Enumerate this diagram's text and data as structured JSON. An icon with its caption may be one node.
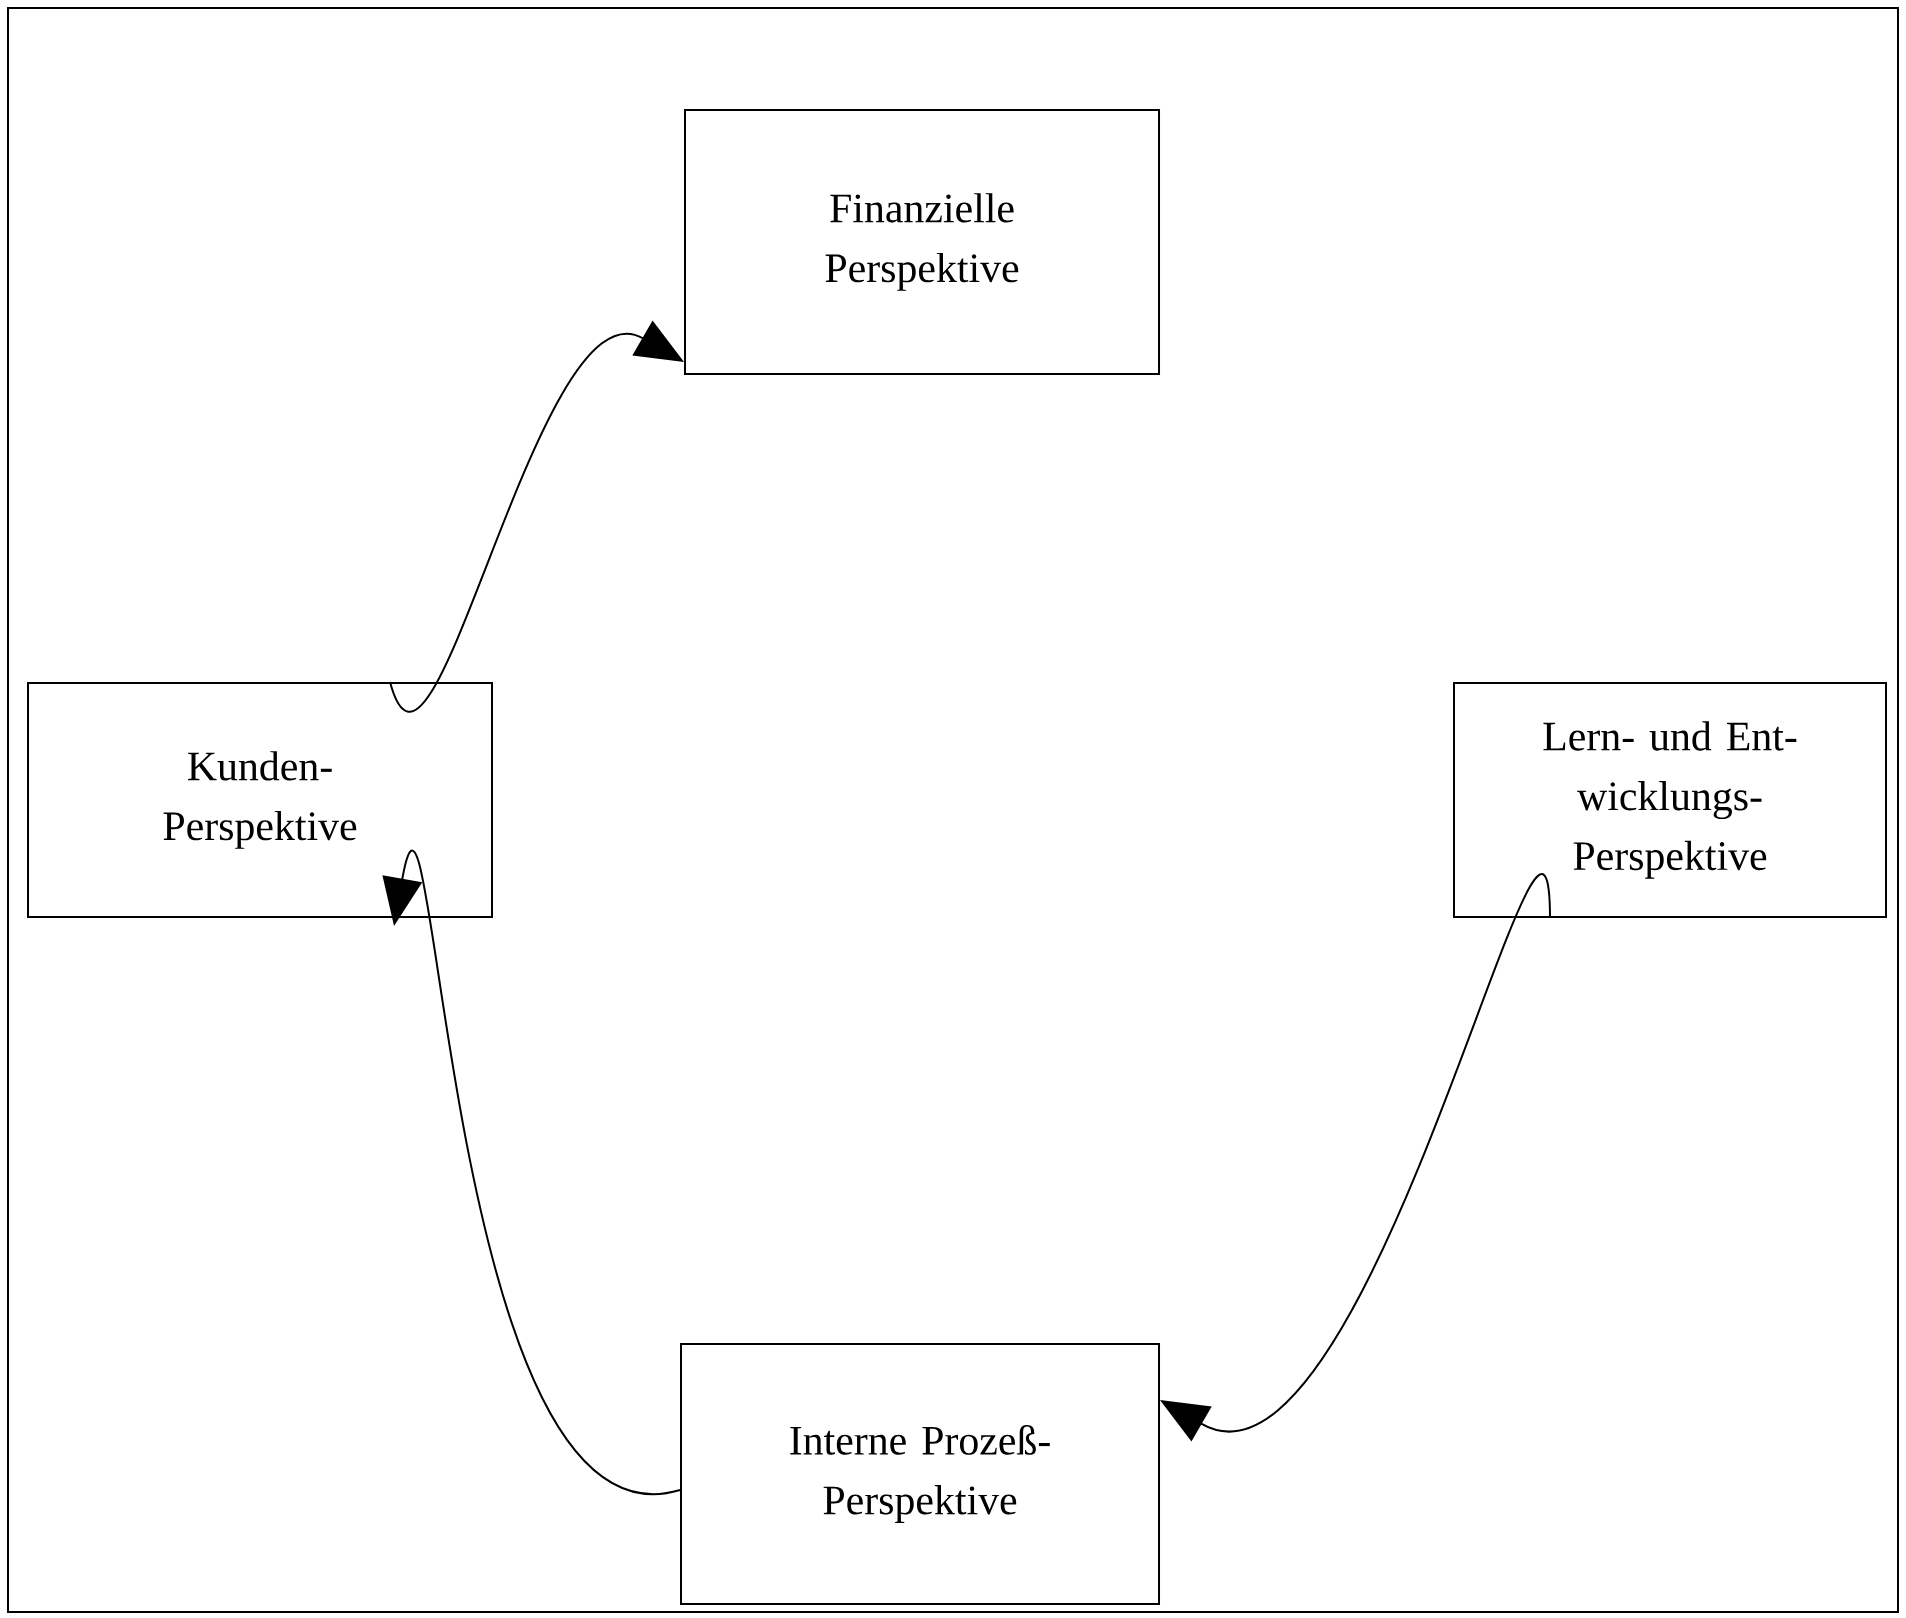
{
  "diagram": {
    "nodes": [
      {
        "text": [
          "Finanzielle Perspektive"
        ]
      },
      {
        "text": [
          "Kunden- Perspektive"
        ]
      },
      {
        "text": [
          "Lern- und Ent- wicklungs- Perspektive"
        ]
      },
      {
        "text": [
          "Interne Prozeß- Perspektive"
        ]
      }
    ],
    "edges": [
      {
        "from": 1,
        "to": 0,
        "arrow": "to"
      },
      {
        "from": 3,
        "to": 1,
        "arrow": "to"
      },
      {
        "from": 2,
        "to": 3,
        "arrow": "to"
      }
    ]
  }
}
